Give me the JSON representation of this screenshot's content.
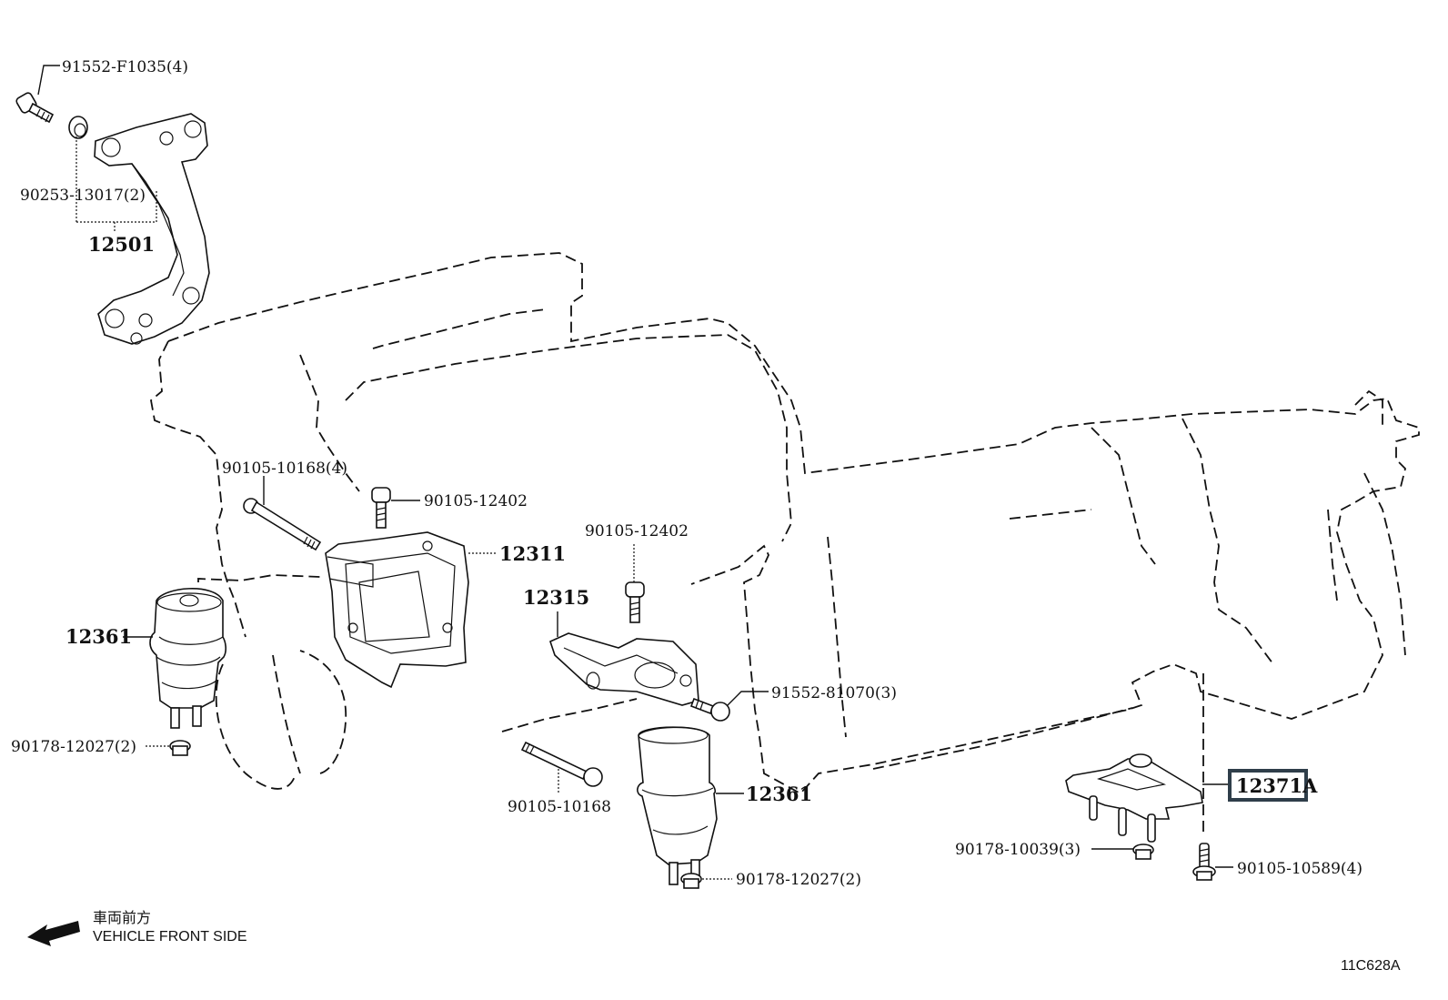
{
  "diagram": {
    "title": "Engine mounting parts diagram",
    "figure_code": "11C628A",
    "orientation": {
      "label_jp": "車両前方",
      "label_en": "VEHICLE FRONT SIDE",
      "arrow_icon": "arrow-front-left-icon"
    },
    "highlight_color": "#2f3e4a",
    "callouts": [
      {
        "id": "c1",
        "text": "91552-F1035(4)",
        "part": "bolt"
      },
      {
        "id": "c2",
        "text": "90253-13017(2)",
        "part": "collar"
      },
      {
        "id": "c3",
        "text": "12501",
        "part": "engine-hanger-bracket"
      },
      {
        "id": "c4",
        "text": "90105-10168(4)",
        "part": "long-bolt"
      },
      {
        "id": "c5",
        "text": "90105-12402",
        "part": "bolt"
      },
      {
        "id": "c6",
        "text": "12311",
        "part": "engine-mount-bracket-left"
      },
      {
        "id": "c7",
        "text": "90105-12402",
        "part": "bolt"
      },
      {
        "id": "c8",
        "text": "12315",
        "part": "engine-mount-bracket-right"
      },
      {
        "id": "c9",
        "text": "12361",
        "part": "engine-mount-insulator-left"
      },
      {
        "id": "c10",
        "text": "91552-81070(3)",
        "part": "bolt"
      },
      {
        "id": "c11",
        "text": "90178-12027(2)",
        "part": "nut"
      },
      {
        "id": "c12",
        "text": "90105-10168",
        "part": "long-bolt"
      },
      {
        "id": "c13",
        "text": "12361",
        "part": "engine-mount-insulator-right"
      },
      {
        "id": "c14",
        "text": "12371A",
        "part": "rear-engine-mount",
        "highlighted": true
      },
      {
        "id": "c15",
        "text": "90178-10039(3)",
        "part": "nut"
      },
      {
        "id": "c16",
        "text": "90105-10589(4)",
        "part": "bolt"
      },
      {
        "id": "c17",
        "text": "90178-12027(2)",
        "part": "nut"
      }
    ]
  }
}
